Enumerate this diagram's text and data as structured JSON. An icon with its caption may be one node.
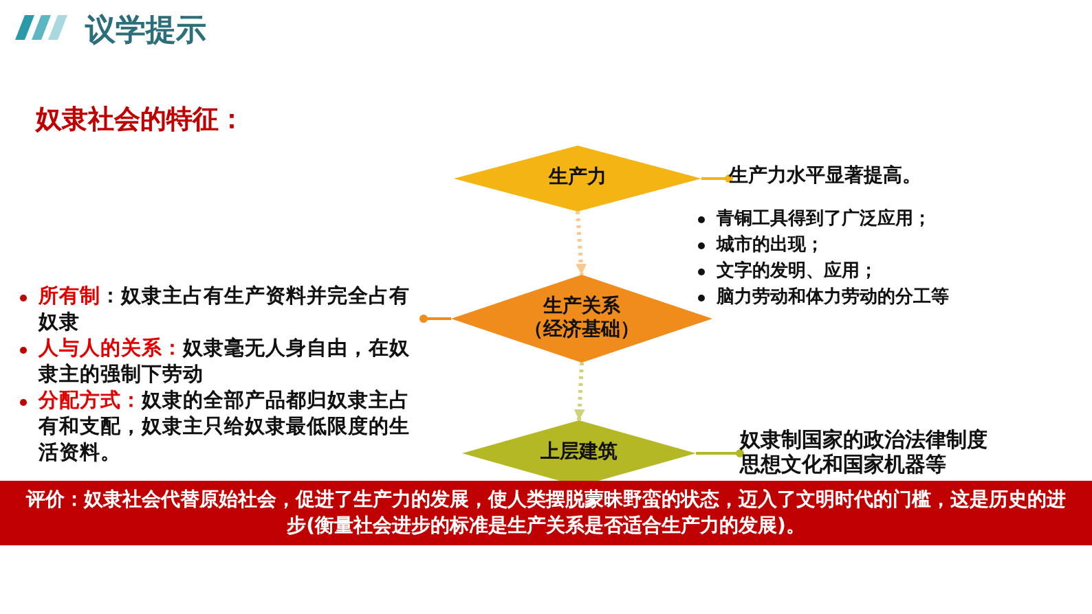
{
  "diagram": {
    "title": "议学提示",
    "nodes": [
      {
        "text": [
          "生产力"
        ]
      },
      {
        "text": [
          "生产力水平显著提高。"
        ]
      },
      {
        "text": [
          "生产关系",
          "（经济基础）"
        ]
      },
      {
        "text": [
          "**所有制**：奴隶主占有生产资料并完全占有奴隶",
          "**人与人的关系：**奴隶毫无人身自由，在奴隶主的强制下劳动",
          "**分配方式：**奴隶的全部产品都归奴隶主占有和支配，奴隶主只给奴隶最低限度的生活资料。"
        ]
      },
      {
        "text": [
          "上层建筑"
        ]
      },
      {
        "text": [
          "奴隶制国家的政治法律制度思想文化和国家机器等"
        ]
      },
      {
        "text": [
          "评价：奴隶社会代替原始社会，促进了生产力的发展，使人类摆脱蒙昧野蛮的状态，迈入了文明时代的门槛，这是历史的进步(衡量社会进步的标准是生产关系是否适合生产力的发展)。"
        ]
      }
    ],
    "edges": [
      {
        "from": 0,
        "to": 2,
        "arrow": "to",
        "style": "dashed",
        "color": "#f7c98e"
      },
      {
        "from": 2,
        "to": 4,
        "arrow": "to",
        "style": "dashed",
        "color": "#cfd27a"
      },
      {
        "from": 0,
        "to": 1,
        "arrow": "other",
        "color": "#f3b414"
      },
      {
        "from": 2,
        "to": 3,
        "arrow": "other",
        "color": "#f08c1c"
      },
      {
        "from": 4,
        "to": 5,
        "arrow": "other",
        "color": "#b5b825"
      }
    ],
    "labels": [
      "奴隶社会的特征：",
      "青铜工具得到了广泛应用；",
      "城市的出现；",
      "文字的发明、应用；",
      "脑力劳动和体力劳动的分工等"
    ]
  }
}
